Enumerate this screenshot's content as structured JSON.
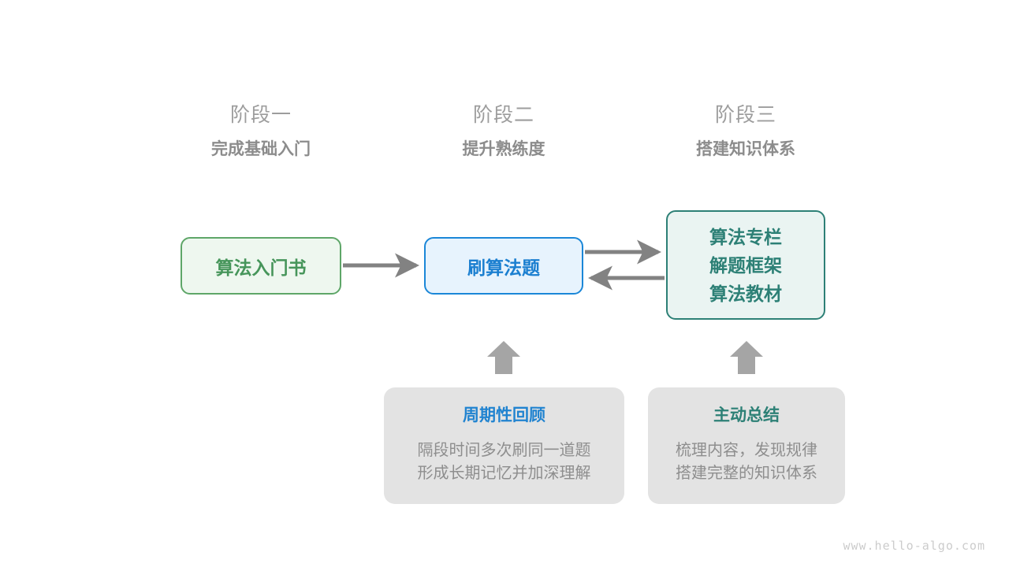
{
  "stages": [
    {
      "title": "阶段一",
      "subtitle": "完成基础入门"
    },
    {
      "title": "阶段二",
      "subtitle": "提升熟练度"
    },
    {
      "title": "阶段三",
      "subtitle": "搭建知识体系"
    }
  ],
  "nodes": {
    "green": {
      "label": "算法入门书",
      "color": "#46955a",
      "fill": "#eef7ef",
      "border": "#5ea668"
    },
    "blue": {
      "label": "刷算法题",
      "color": "#1b7fd0",
      "fill": "#e7f3fd",
      "border": "#1b87d8"
    },
    "teal": {
      "lines": [
        "算法专栏",
        "解题框架",
        "算法教材"
      ],
      "color": "#2d8076",
      "fill": "#eaf4f2",
      "border": "#2d8076"
    }
  },
  "cards": [
    {
      "title": "周期性回顾",
      "title_color": "#2083d0",
      "body": [
        "隔段时间多次刷同一道题",
        "形成长期记忆并加深理解"
      ]
    },
    {
      "title": "主动总结",
      "title_color": "#2d8076",
      "body": [
        "梳理内容，发现规律",
        "搭建完整的知识体系"
      ]
    }
  ],
  "arrows": {
    "color": "#828282",
    "items": [
      {
        "name": "green-to-blue",
        "direction": "right"
      },
      {
        "name": "blue-to-teal",
        "direction": "right"
      },
      {
        "name": "teal-to-blue",
        "direction": "left"
      },
      {
        "name": "review-card-up",
        "direction": "up"
      },
      {
        "name": "summary-card-up",
        "direction": "up"
      }
    ]
  },
  "watermark": "www.hello-algo.com"
}
